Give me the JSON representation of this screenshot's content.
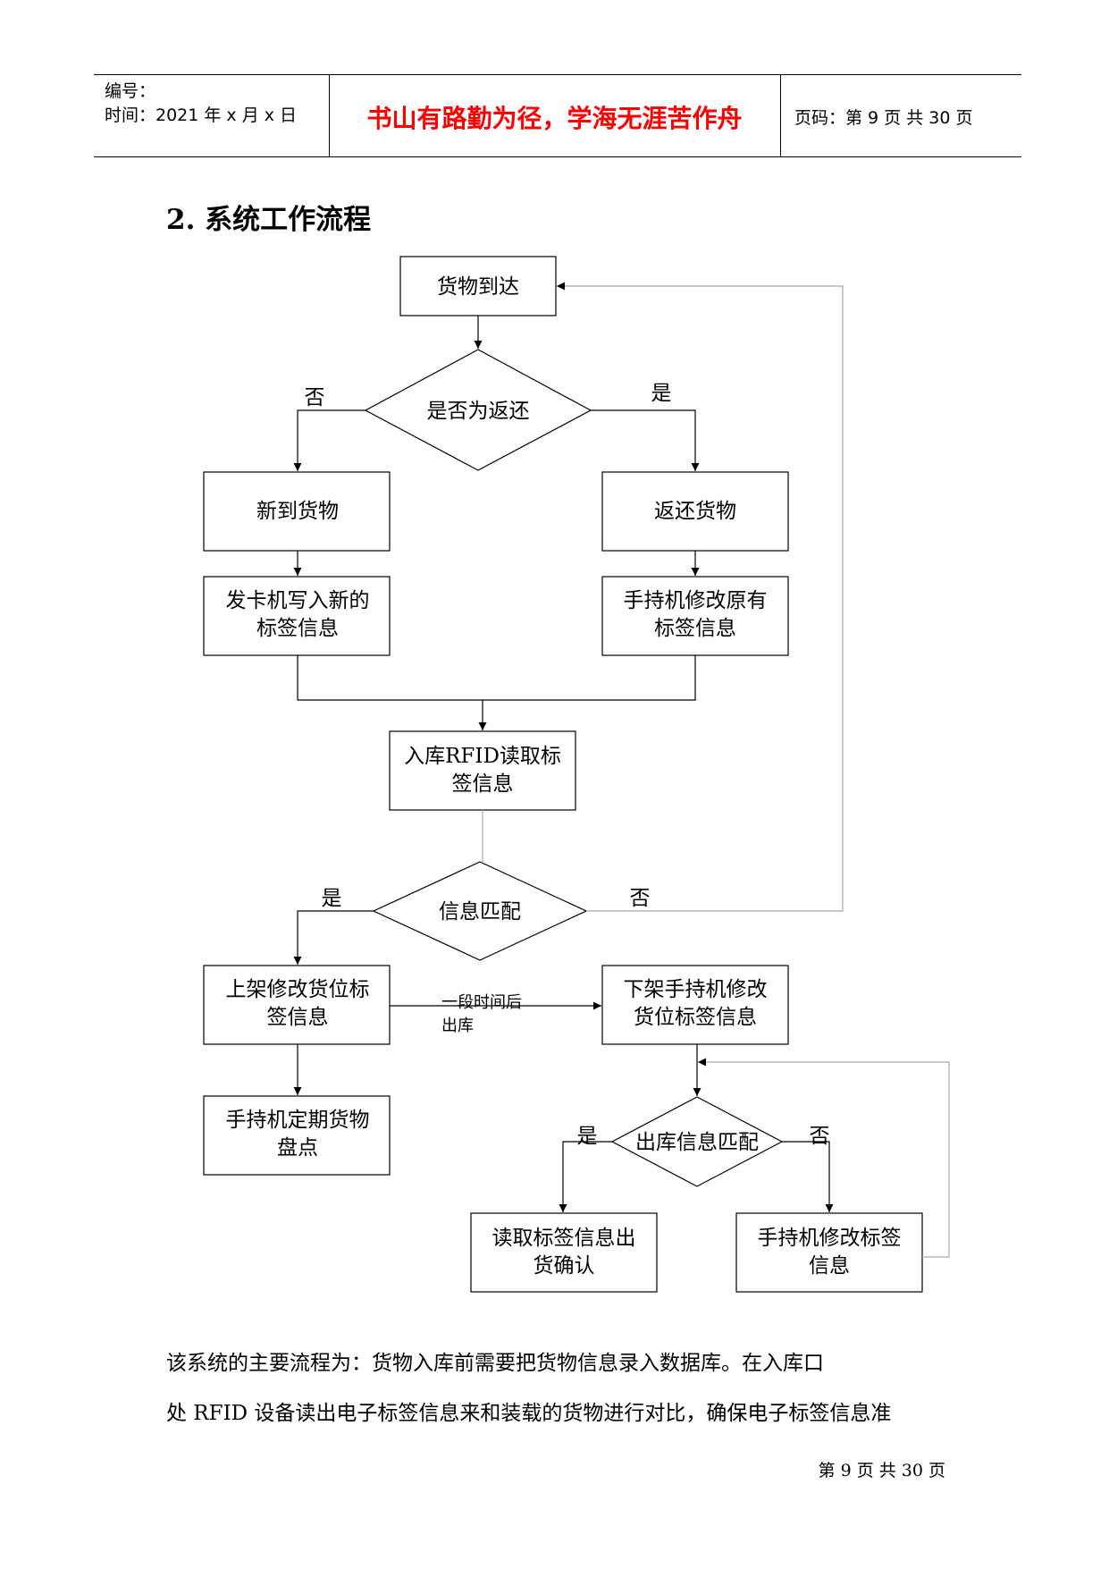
{
  "header": {
    "number_label": "编号：",
    "time_label": "时间：2021 年 x 月 x 日",
    "motto": "书山有路勤为径，学海无涯苦作舟",
    "page_info": "页码：第 9 页  共 30 页"
  },
  "section_title": "2. 系统工作流程",
  "flowchart": {
    "arrive": "货物到达",
    "is_return": "是否为返还",
    "no_1": "否",
    "yes_1": "是",
    "new_goods": "新到货物",
    "return_goods": "返还货物",
    "write_line1": "发卡机写入新的",
    "write_line2": "标签信息",
    "modify_line1": "手持机修改原有",
    "modify_line2": "标签信息",
    "inbound_line1": "入库RFID读取标",
    "inbound_line2": "签信息",
    "info_match": "信息匹配",
    "yes_2": "是",
    "no_2": "否",
    "shelve_line1": "上架修改货位标",
    "shelve_line2": "签信息",
    "after_line1": "一段时间后",
    "after_line2": "出库",
    "unshelve_line1": "下架手持机修改",
    "unshelve_line2": "货位标签信息",
    "check_line1": "手持机定期货物",
    "check_line2": "盘点",
    "out_match": "出库信息匹配",
    "yes_3": "是",
    "no_3": "否",
    "confirm_line1": "读取标签信息出",
    "confirm_line2": "货确认",
    "fix_line1": "手持机修改标签",
    "fix_line2": "信息"
  },
  "paragraph": {
    "line1": "该系统的主要流程为：货物入库前需要把货物信息录入数据库。在入库口",
    "line2": "处 RFID 设备读出电子标签信息来和装载的货物进行对比，确保电子标签信息准"
  },
  "footer": "第 9 页 共 30 页"
}
